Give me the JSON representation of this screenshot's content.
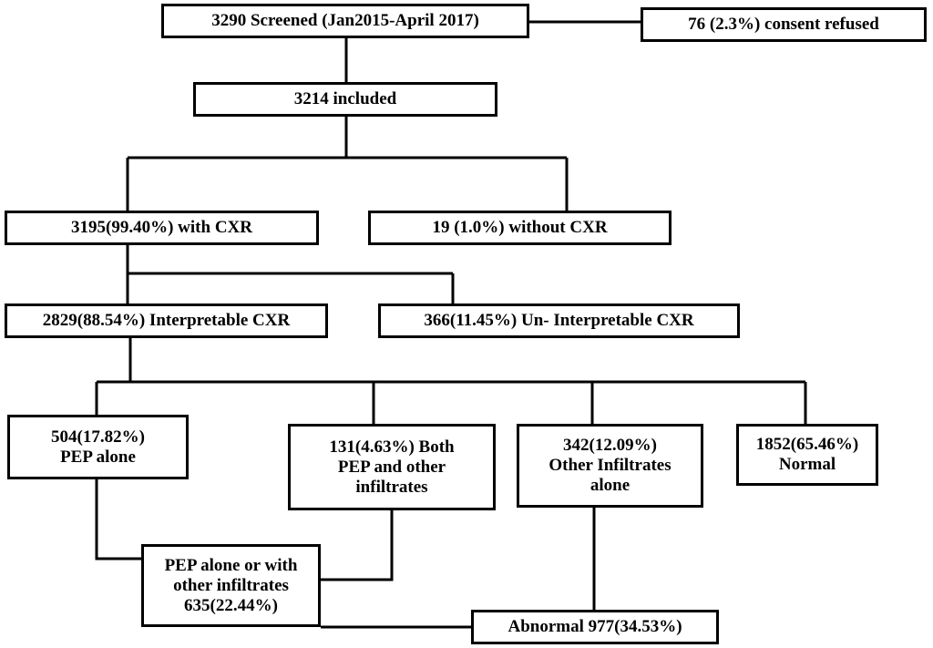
{
  "flowchart": {
    "screened": "3290 Screened (Jan2015-April 2017)",
    "refused": "76 (2.3%) consent  refused",
    "included": "3214  included",
    "with_cxr": "3195(99.40%)  with CXR",
    "without_cxr": "19 (1.0%)  without  CXR",
    "interpretable": "2829(88.54%) Interpretable CXR",
    "uninterpretable": "366(11.45%) Un- Interpretable CXR",
    "pep_alone": [
      "504(17.82%)",
      "PEP alone"
    ],
    "both": [
      "131(4.63%) Both",
      "PEP and other",
      "infiltrates"
    ],
    "other_infiltrates": [
      "342(12.09%)",
      "Other Infiltrates",
      "alone"
    ],
    "normal": [
      "1852(65.46%)",
      "Normal"
    ],
    "pep_combined": [
      "PEP alone or with",
      "other infiltrates",
      "635(22.44%)"
    ],
    "abnormal": "Abnormal 977(34.53%)"
  },
  "colors": {
    "line": "#000000",
    "box_fill": "#ffffff"
  }
}
